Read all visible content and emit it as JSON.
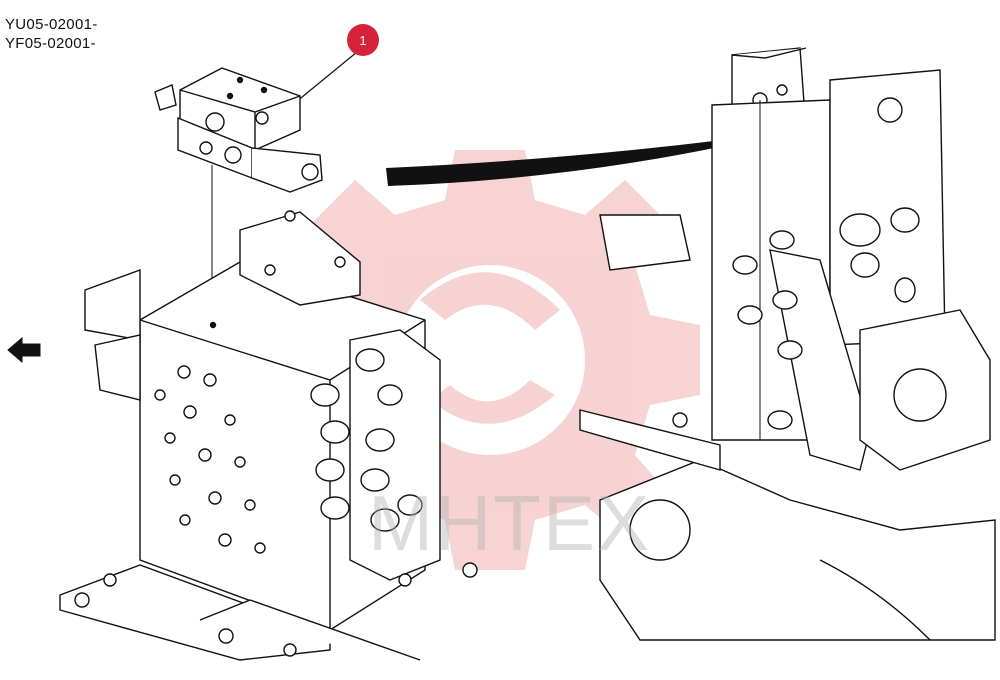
{
  "serial_numbers": [
    "YU05-02001-",
    "YF05-02001-"
  ],
  "callout": {
    "number": "1"
  },
  "watermark": {
    "text": "МНТЕХ"
  },
  "colors": {
    "callout": "#d6233b",
    "watermark": "#f3b3b3",
    "line": "#111111"
  },
  "icons": {
    "direction_arrow": "arrow-left-icon"
  }
}
